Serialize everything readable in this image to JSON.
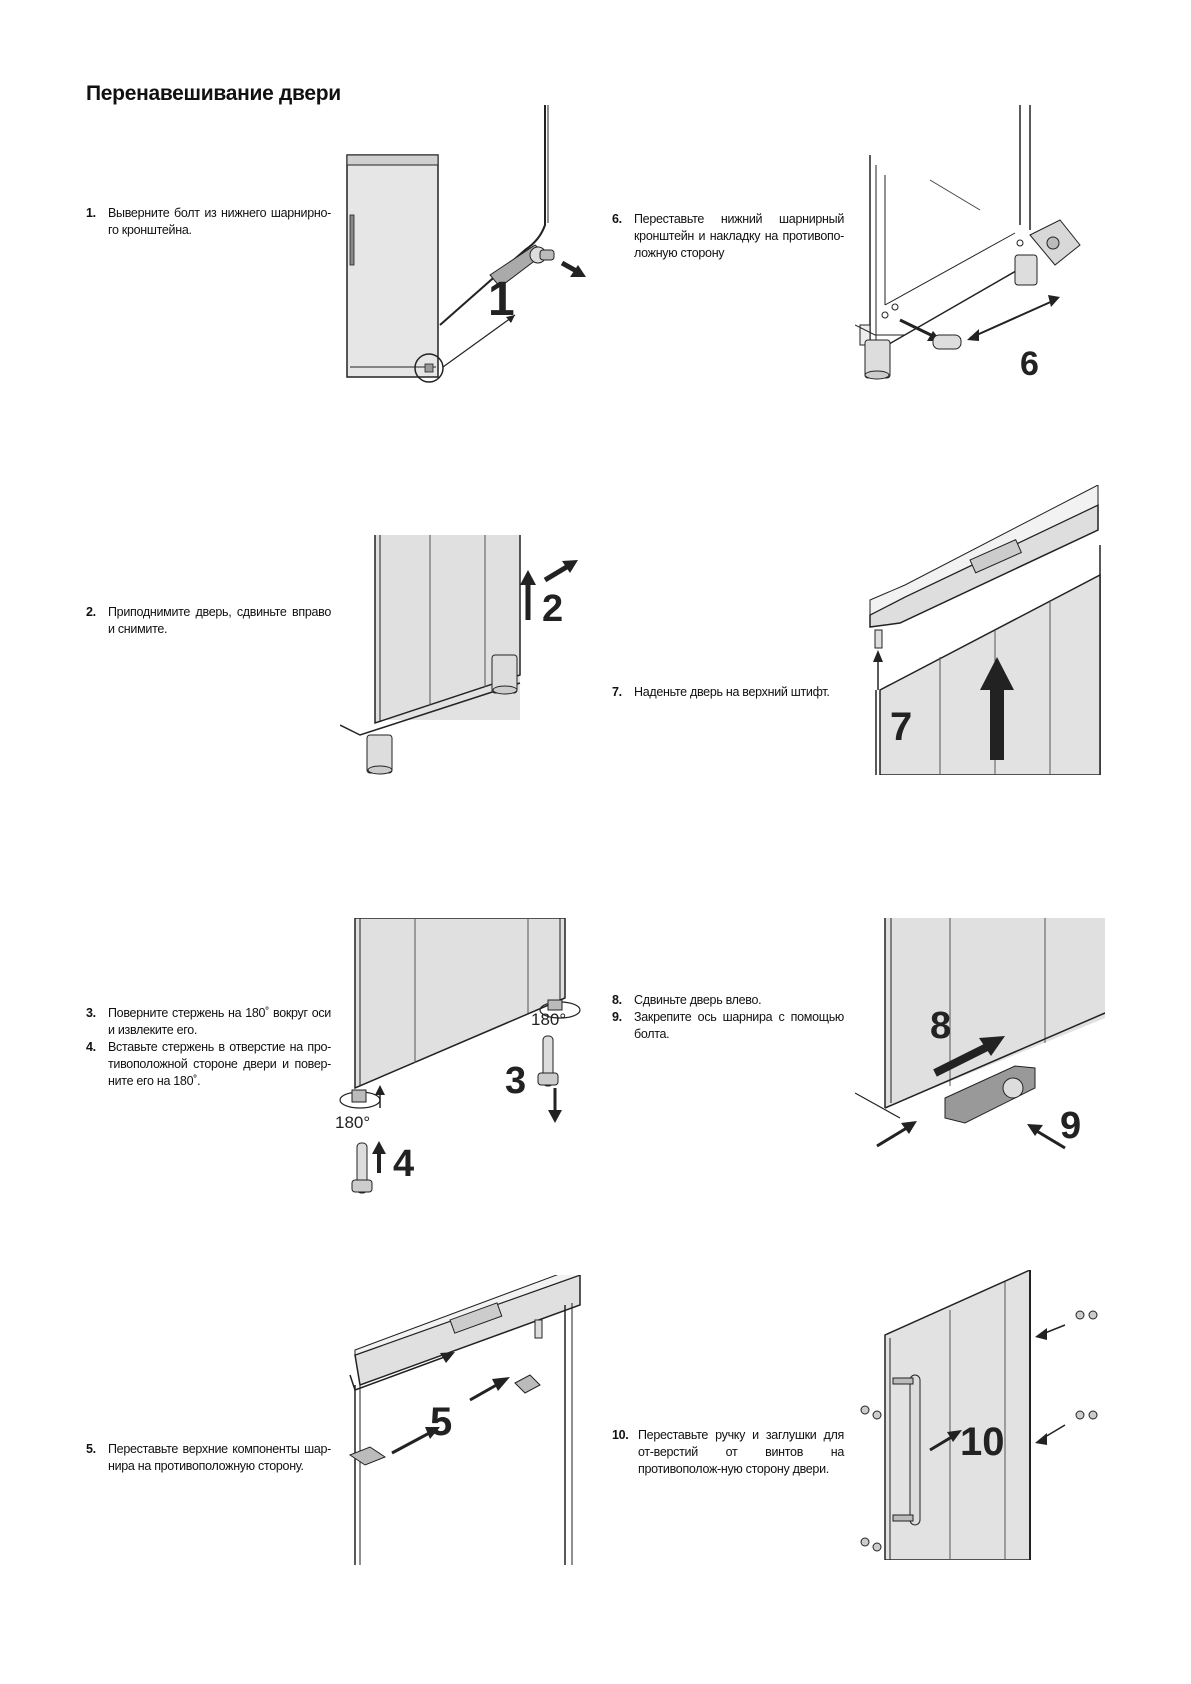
{
  "page": {
    "title": "Перенавешивание двери"
  },
  "steps": [
    {
      "num": "1.",
      "text": "Выверните болт из нижнего шарнирно-го кронштейна."
    },
    {
      "num": "2.",
      "text": "Приподнимите дверь, сдвиньте вправо и снимите."
    },
    {
      "num": "3.",
      "text": "Поверните стержень на 180˚ вокруг оси и извлеките его."
    },
    {
      "num": "4.",
      "text": "Вставьте стержень в отверстие на про-тивоположной стороне двери и повер-ните его на 180˚."
    },
    {
      "num": "5.",
      "text": "Переставьте верхние компоненты шар-нира на противоположную сторону."
    },
    {
      "num": "6.",
      "text": "Переставьте нижний шарнирный кронштейн и накладку на противопо-ложную сторону"
    },
    {
      "num": "7.",
      "text": "Наденьте дверь на верхний штифт."
    },
    {
      "num": "8.",
      "text": "Сдвиньте дверь влево."
    },
    {
      "num": "9.",
      "text": "Закрепите ось шарнира с помощью болта."
    },
    {
      "num": "10.",
      "text": "Переставьте ручку и заглушки для от-верстий от винтов на противополож-ную сторону двери."
    }
  ],
  "figures": {
    "fig1": {
      "label": "1"
    },
    "fig2": {
      "label": "2"
    },
    "fig34": {
      "label3": "3",
      "label4": "4",
      "angle_top": "180°",
      "angle_bottom": "180°"
    },
    "fig5": {
      "label": "5"
    },
    "fig6": {
      "label": "6"
    },
    "fig7": {
      "label": "7"
    },
    "fig89": {
      "label8": "8",
      "label9": "9"
    },
    "fig10": {
      "label": "10"
    }
  }
}
